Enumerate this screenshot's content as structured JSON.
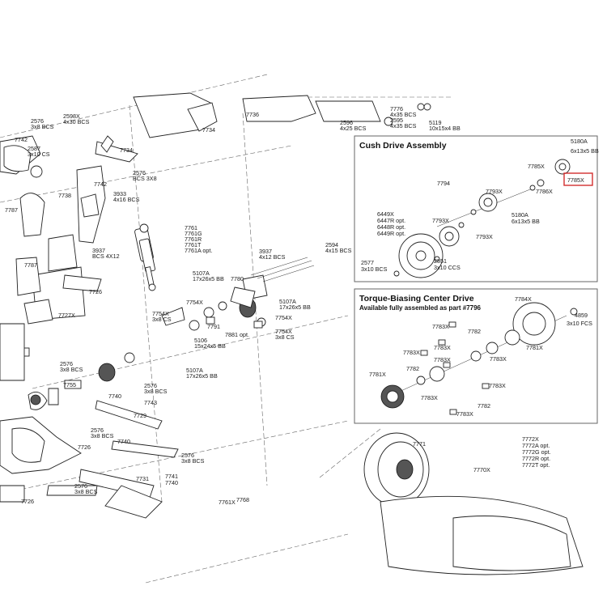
{
  "panels": {
    "cush": {
      "title": "Cush Drive Assembly"
    },
    "torque": {
      "title": "Torque-Biasing Center Drive",
      "subtitle": "Available fully assembled as part #7796"
    }
  },
  "highlight": {
    "part": "7785X",
    "color": "#d32f2f"
  },
  "labels": {
    "l01": "7736",
    "l02": "7734",
    "l03": "7776",
    "l04": "4x35 BCS",
    "l05": "2596",
    "l06": "4x25 BCS",
    "l07": "2595",
    "l08": "4x35 BCS",
    "l09": "5119",
    "l10": "10x15x4 BB",
    "l11": "2576",
    "l12": "3x8 BCS",
    "l13": "2598X",
    "l14": "4x30 BCS",
    "l15": "7742",
    "l16": "2587",
    "l17": "3x10 CS",
    "l18": "7734",
    "l19": "2576",
    "l20": "BCS 3X8",
    "l21": "7742",
    "l22": "3933",
    "l23": "4x16 BCS",
    "l24": "7738",
    "l25": "7787",
    "l26": "3937",
    "l27": "BCS 4X12",
    "l28": "7787",
    "l29": "7726",
    "l30": "7727X",
    "l31": "7761",
    "l32": "7761G",
    "l33": "7761R",
    "l34": "7761T",
    "l35": "7761A opt.",
    "l36": "3937",
    "l37": "4x12 BCS",
    "l38": "2594",
    "l39": "4x15 BCS",
    "l40": "5107A",
    "l41": "17x26x5 BB",
    "l42": "7780",
    "l43": "7754X",
    "l44": "5107A",
    "l45": "17x26x5 BB",
    "l46": "7754X",
    "l47": "3x8 CS",
    "l48": "7791",
    "l49": "7754X",
    "l50": "7881 opt.",
    "l51": "7754X",
    "l52": "3x8 CS",
    "l53": "5106",
    "l54": "15x24x5 BB",
    "l55": "2576",
    "l56": "3x8 BCS",
    "l57": "5107A",
    "l58": "17x26x5 BB",
    "l59": "7755",
    "l60": "2576",
    "l61": "3x8 BCS",
    "l62": "7740",
    "l63": "7743",
    "l64": "7729",
    "l65": "2576",
    "l66": "3x8 BCS",
    "l67": "7740",
    "l68": "7726",
    "l69": "2576",
    "l70": "3x8 BCS",
    "l71": "7741",
    "l72": "7740",
    "l73": "2576",
    "l74": "3x8 BCS",
    "l75": "7731",
    "l76": "7726",
    "l77": "7768",
    "l78": "7761X",
    "l79": "7771",
    "l80": "7770X",
    "l81": "7772X",
    "l82": "7772A opt.",
    "l83": "7772G opt.",
    "l84": "7772R opt.",
    "l85": "7772T opt.",
    "c01": "5180A",
    "c02": "6x13x5 BB",
    "c03": "7785X",
    "c04": "7785X",
    "c05": "7794",
    "c06": "7786X",
    "c07": "7793X",
    "c08": "6449X",
    "c09": "6447R opt.",
    "c10": "6448R opt.",
    "c11": "6449R opt.",
    "c12": "7793X",
    "c13": "7793X",
    "c14": "5180A",
    "c15": "6x13x5 BB",
    "c16": "2577",
    "c17": "3x10 BCS",
    "c18": "2551",
    "c19": "3x10 CCS",
    "t01": "7784X",
    "t02": "4859",
    "t03": "3x10 FCS",
    "t04": "7783X",
    "t05": "7782",
    "t06": "7783X",
    "t07": "7783X",
    "t08": "7781X",
    "t09": "7783X",
    "t10": "7782",
    "t11": "7783X",
    "t12": "7781X",
    "t13": "7783X",
    "t14": "7783X",
    "t15": "7782",
    "t16": "7783X"
  }
}
